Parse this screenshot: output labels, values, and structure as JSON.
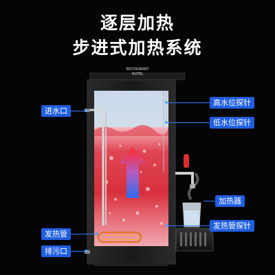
{
  "headline": {
    "line1": "逐层加热",
    "line2": "步进式加热系统"
  },
  "brand": {
    "line1": "RESTAURANT",
    "line2": "HOTEL"
  },
  "callouts": {
    "water_inlet": "进水口",
    "high_probe": "高水位探针",
    "low_probe": "低水位探针",
    "heater": "加热器",
    "heating_tube": "发热管",
    "tube_probe": "发热管探针",
    "drain": "排污口"
  },
  "colors": {
    "callout_bg": "#1f5fe0",
    "water_red": "#d8303c",
    "background": "#050505"
  }
}
